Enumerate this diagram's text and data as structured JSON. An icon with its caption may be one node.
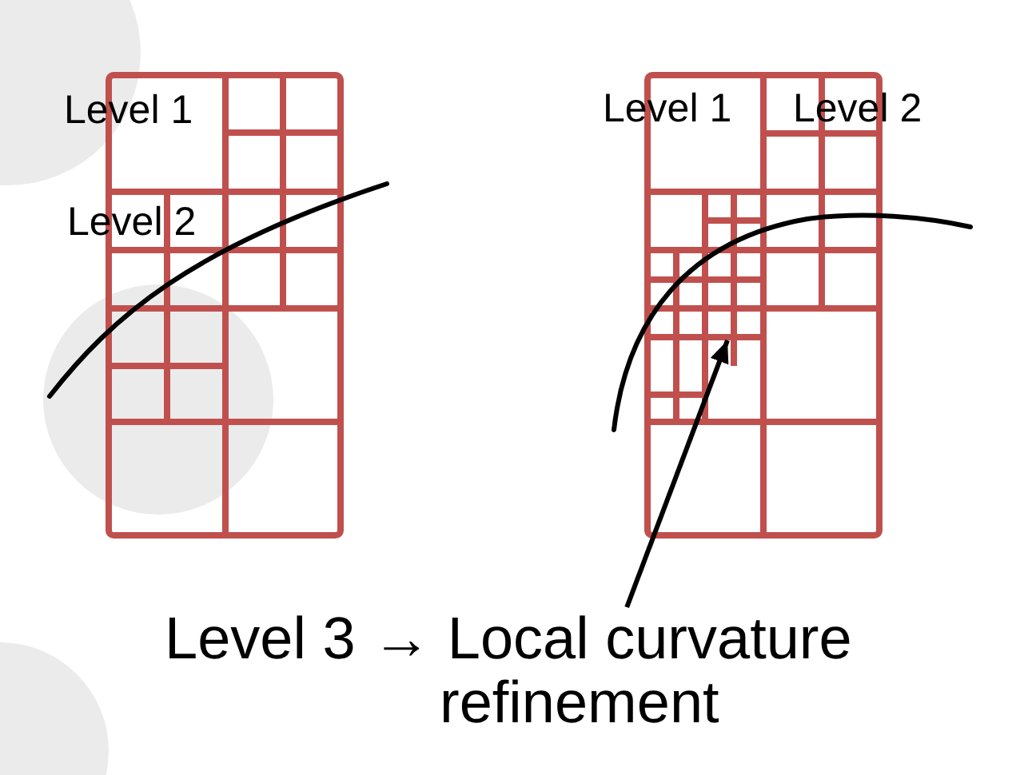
{
  "diagram": {
    "nodes": [
      {
        "text": [],
        "shape": "box"
      },
      {
        "text": [
          "Level 3 → Local curvature refinement"
        ]
      }
    ],
    "edges": [
      {
        "from": 1,
        "to": 0,
        "arrow": "to"
      }
    ],
    "labels": [
      "Level 1",
      "Level 1",
      "Level 2",
      "Level 2"
    ]
  }
}
